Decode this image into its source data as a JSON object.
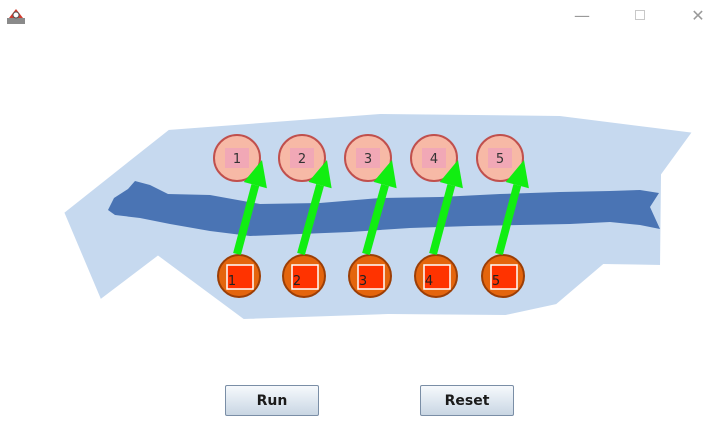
{
  "window": {
    "minimize_glyph": "—",
    "close_glyph": "✕"
  },
  "targets": [
    {
      "label": "1"
    },
    {
      "label": "2"
    },
    {
      "label": "3"
    },
    {
      "label": "4"
    },
    {
      "label": "5"
    }
  ],
  "sources": [
    {
      "label": "1"
    },
    {
      "label": "2"
    },
    {
      "label": "3"
    },
    {
      "label": "4"
    },
    {
      "label": "5"
    }
  ],
  "colors": {
    "land": "#c6d9ef",
    "river": "#4a74b4",
    "target_fill": "#f7b9a6",
    "target_stroke": "#c0504d",
    "target_box": "#f1a8b6",
    "source_fill": "#e4650d",
    "source_stroke": "#9c3e05",
    "source_box": "#ff3300",
    "arrow": "#11ee11"
  },
  "buttons": {
    "run_label": "Run",
    "reset_label": "Reset"
  }
}
